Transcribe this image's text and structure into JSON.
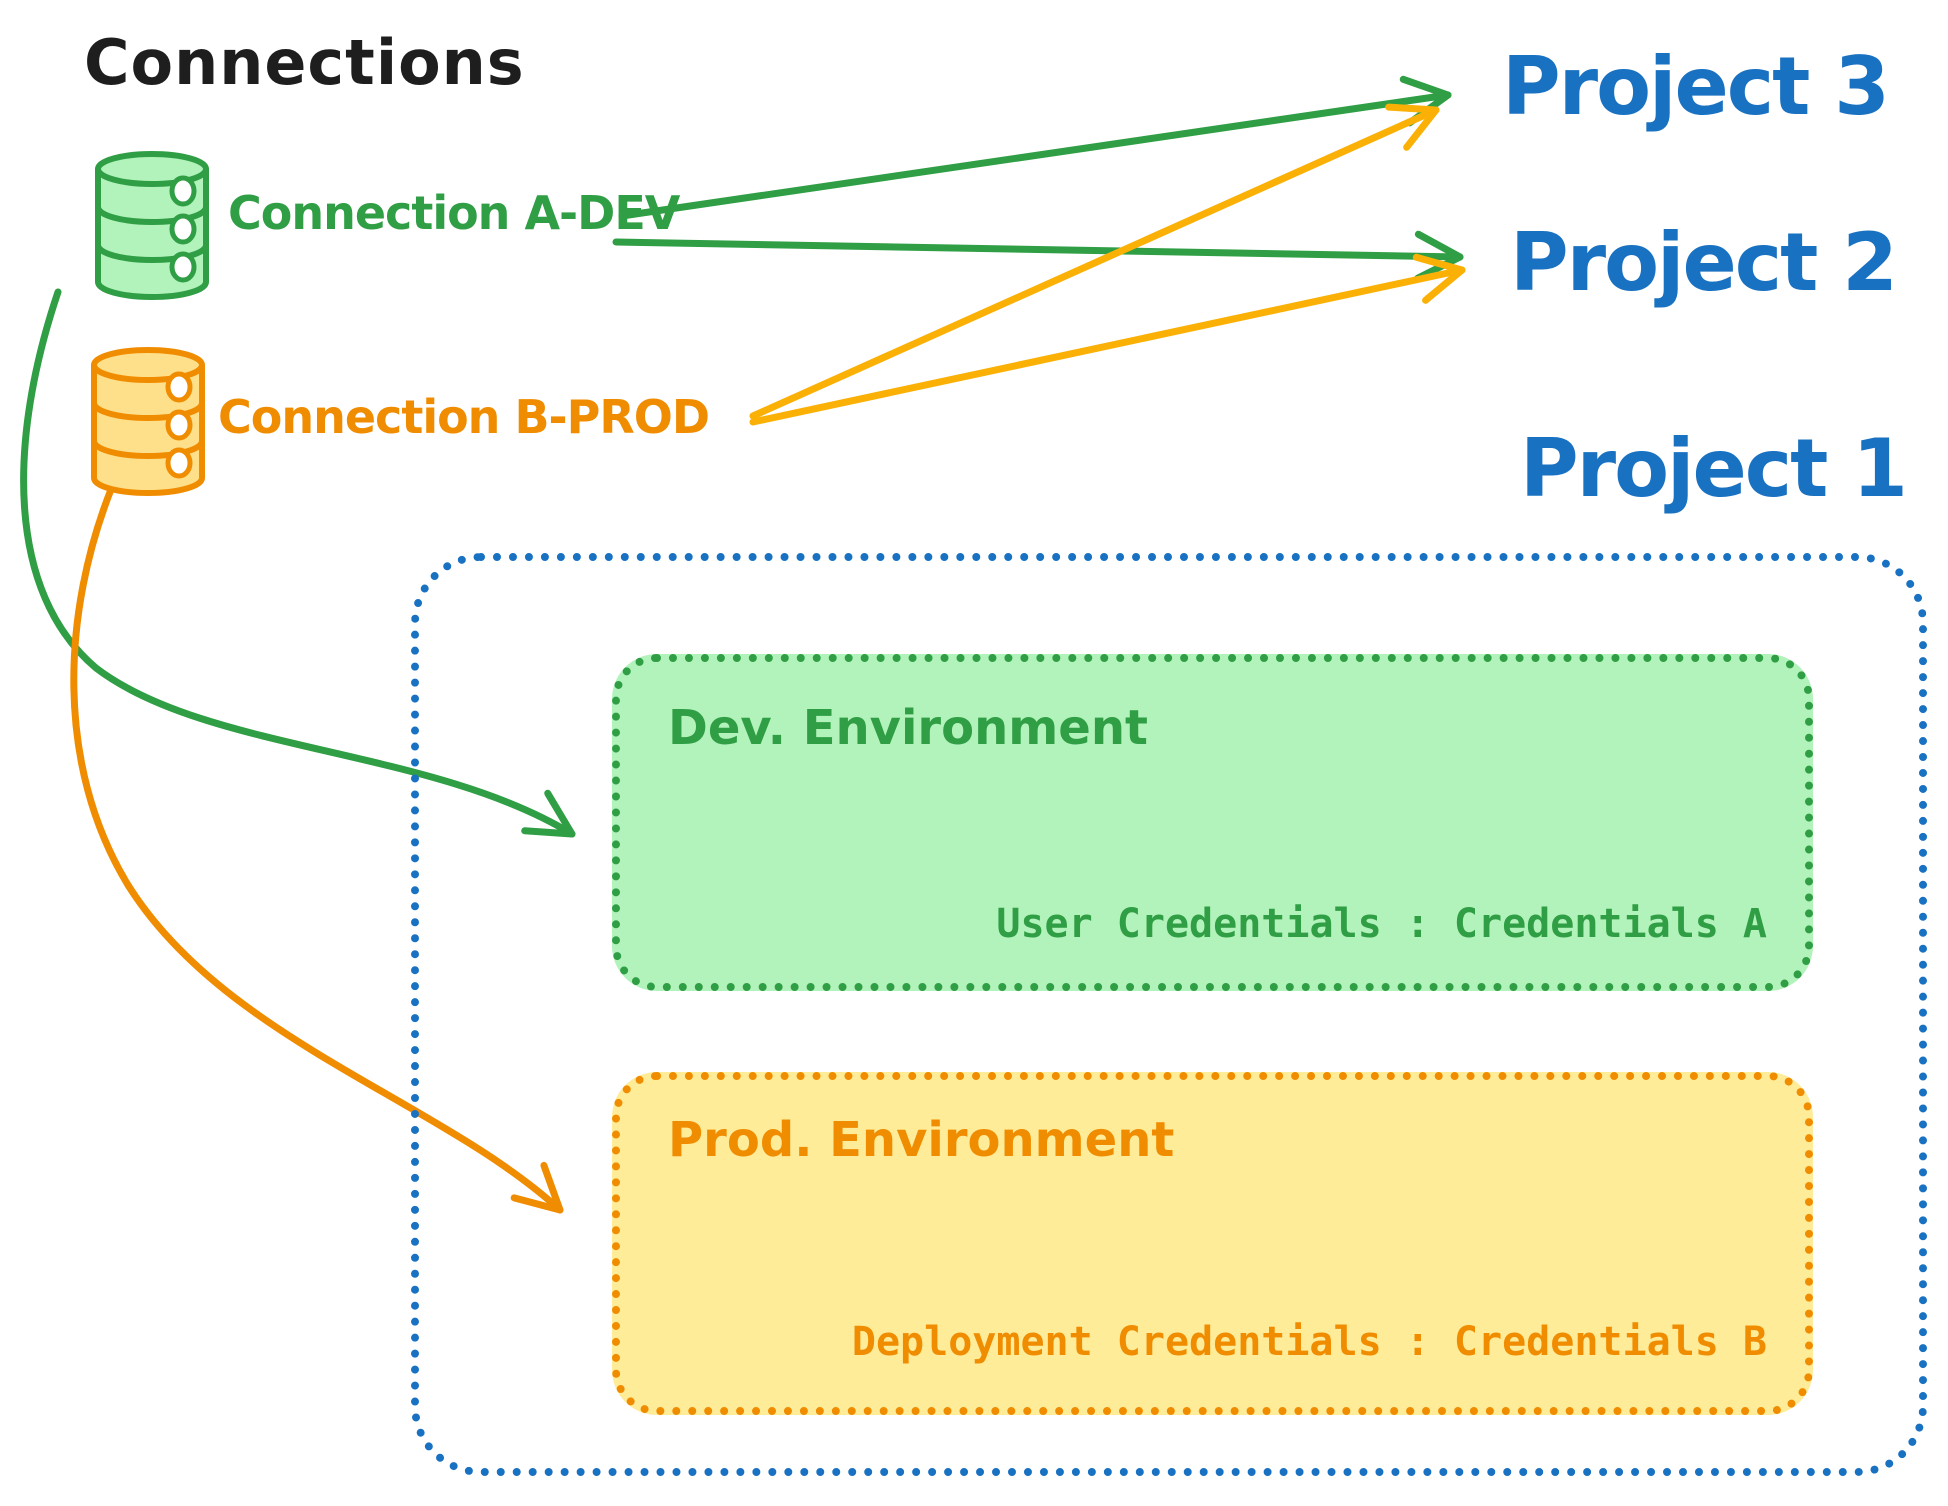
{
  "title": "Connections",
  "colors": {
    "green": "#2f9e44",
    "green_fill": "#b2f2bb",
    "orange": "#f08c00",
    "orange_arrow": "#fab005",
    "orange_fill": "#ffec99",
    "blue": "#1971c2",
    "black": "#1e1e1e"
  },
  "connections": [
    {
      "id": "a-dev",
      "label": "Connection A-DEV",
      "color": "#2f9e44",
      "icon": "database-icon"
    },
    {
      "id": "b-prod",
      "label": "Connection B-PROD",
      "color": "#f08c00",
      "icon": "database-icon"
    }
  ],
  "projects": [
    {
      "label": "Project 3"
    },
    {
      "label": "Project 2"
    },
    {
      "label": "Project 1"
    }
  ],
  "project1": {
    "dev": {
      "title": "Dev. Environment",
      "credentials": "User Credentials : Credentials A"
    },
    "prod": {
      "title": "Prod. Environment",
      "credentials": "Deployment Credentials : Credentials B"
    }
  },
  "edges": [
    {
      "from": "Connection A-DEV",
      "to": "Project 3",
      "style": "straight",
      "color": "#2f9e44"
    },
    {
      "from": "Connection A-DEV",
      "to": "Project 2",
      "style": "straight",
      "color": "#2f9e44"
    },
    {
      "from": "Connection B-PROD",
      "to": "Project 3",
      "style": "straight",
      "color": "#fab005"
    },
    {
      "from": "Connection B-PROD",
      "to": "Project 2",
      "style": "straight",
      "color": "#fab005"
    },
    {
      "from": "Connection A-DEV",
      "to": "Dev. Environment",
      "style": "curved",
      "color": "#2f9e44"
    },
    {
      "from": "Connection B-PROD",
      "to": "Prod. Environment",
      "style": "curved",
      "color": "#f08c00"
    }
  ]
}
